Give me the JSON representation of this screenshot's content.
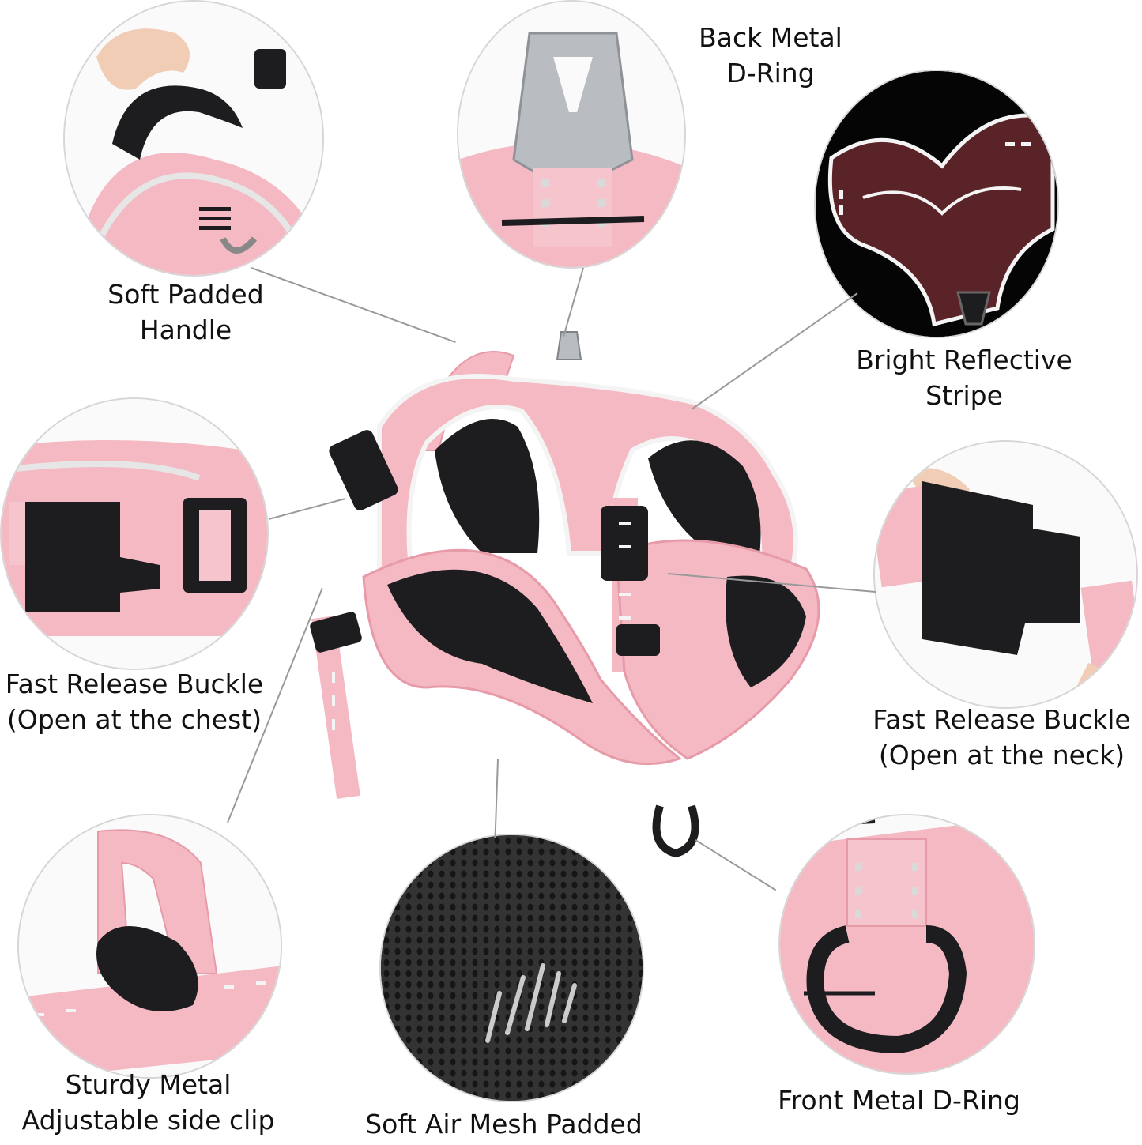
{
  "product": {
    "name": "Dog Harness",
    "colors": {
      "pink": "#f4b9c3",
      "pink_dark": "#e79aa8",
      "black": "#1d1d1f",
      "reflective": "#f4f4f4",
      "metal": "#b9bcc0",
      "maroon_night": "#5a2328",
      "mesh": "#2b2b2b",
      "leader_line": "#9a9a9a",
      "circle_border": "#d6d6d6"
    }
  },
  "features": [
    {
      "id": "handle",
      "lines": [
        "Soft Padded",
        "Handle"
      ]
    },
    {
      "id": "back-ring",
      "lines": [
        "Back Metal",
        "D-Ring"
      ]
    },
    {
      "id": "reflective",
      "lines": [
        "Bright Reflective",
        "Stripe"
      ]
    },
    {
      "id": "chest-buckle",
      "lines": [
        "Fast Release Buckle",
        "(Open at the chest)"
      ]
    },
    {
      "id": "neck-buckle",
      "lines": [
        "Fast Release Buckle",
        "(Open at the neck)"
      ]
    },
    {
      "id": "side-clip",
      "lines": [
        "Sturdy Metal",
        "Adjustable side clip"
      ]
    },
    {
      "id": "mesh",
      "lines": [
        "Soft Air Mesh Padded"
      ]
    },
    {
      "id": "front-ring",
      "lines": [
        "Front Metal D-Ring"
      ]
    }
  ]
}
